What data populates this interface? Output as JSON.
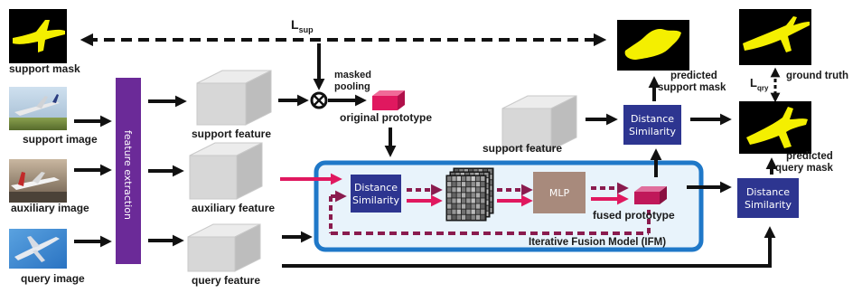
{
  "labels": {
    "support_mask": "support mask",
    "support_image": "support image",
    "auxiliary_image": "auxiliary image",
    "query_image": "query image",
    "feature_extraction": "feature extraction",
    "support_feature_1": "support feature",
    "auxiliary_feature": "auxiliary feature",
    "query_feature": "query feature",
    "masked_pooling_1": "masked",
    "masked_pooling_2": "pooling",
    "original_prototype": "original prototype",
    "support_feature_2": "support feature",
    "ds1_line1": "Distance",
    "ds1_line2": "Similarity",
    "ds2_line1": "Distance",
    "ds2_line2": "Similarity",
    "ds3_line1": "Distance",
    "ds3_line2": "Similarity",
    "mlp": "MLP",
    "fused_prototype": "fused prototype",
    "ifm": "Iterative Fusion Model (IFM)",
    "predicted_support_1": "predicted",
    "predicted_support_2": "support mask",
    "predicted_query_1": "predicted",
    "predicted_query_2": "query mask",
    "ground_truth": "ground truth",
    "l_sup_main": "L",
    "l_sup_sub": "sup",
    "l_qry_main": "L",
    "l_qry_sub": "qry"
  },
  "colors": {
    "navy": "#2d3590",
    "purple": "#6b2a98",
    "pink": "#e0185f",
    "maroon": "#8a1b4e",
    "ifm_border": "#1f78c8",
    "ifm_fill": "#e8f3fb",
    "mlp": "#a88a7c",
    "cube_front": "#d7d7d7",
    "cube_top": "#ececec",
    "cube_side": "#bdbdbd"
  },
  "icons": [
    "otimes-icon",
    "airplane-icon",
    "grid-icon",
    "cube-icon"
  ]
}
